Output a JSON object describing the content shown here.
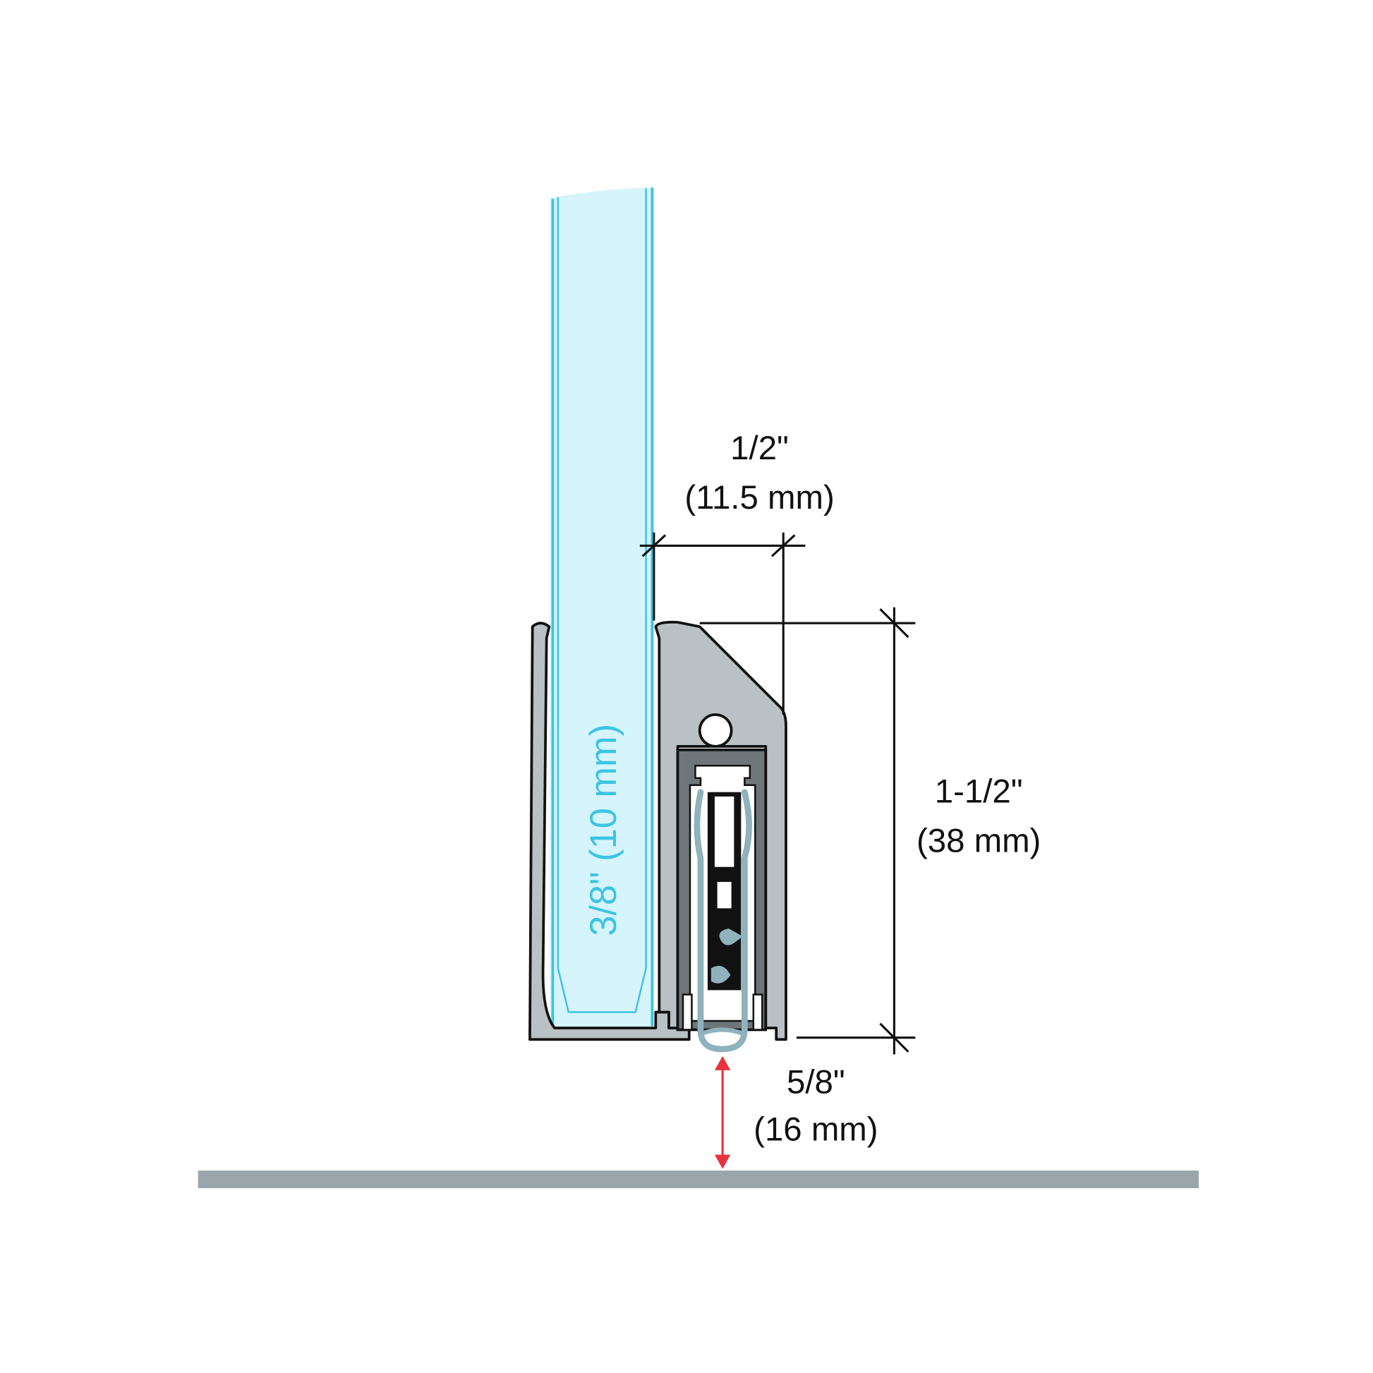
{
  "diagram": {
    "description": "Cross-section of glass door bottom rail with automatic drop-down seal",
    "colors": {
      "glass_fill": "#d6f4fb",
      "glass_edge": "#3cc4e4",
      "aluminum": "#b9c1c4",
      "dark_insert": "#6f7679",
      "seal": "#8fb2bd",
      "floor": "#9aa6aa",
      "arrow": "#e8323c",
      "line": "#111111"
    }
  },
  "labels": {
    "glass_thickness": "3/8\" (10 mm)",
    "top_offset_in": "1/2\"",
    "top_offset_mm": "(11.5 mm)",
    "rail_height_in": "1-1/2\"",
    "rail_height_mm": "(38 mm)",
    "drop_in": "5/8\"",
    "drop_mm": "(16 mm)"
  }
}
